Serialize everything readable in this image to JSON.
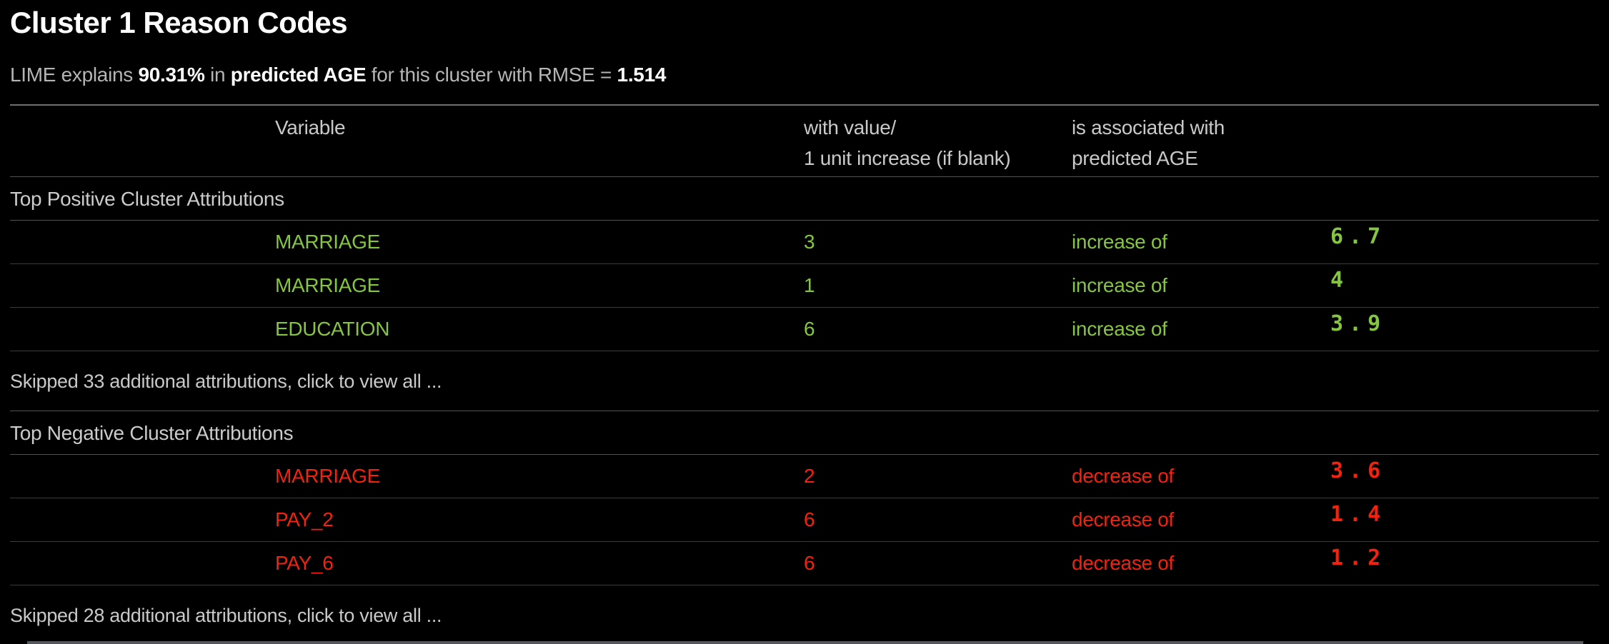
{
  "page": {
    "title": "Cluster 1 Reason Codes",
    "subtitle": {
      "prefix": "LIME explains ",
      "explained_pct": "90.31%",
      "mid1": " in ",
      "target": "predicted AGE",
      "mid2": " for this cluster with RMSE = ",
      "rmse": "1.514"
    }
  },
  "table": {
    "headers": {
      "variable": "Variable",
      "value": "with value/\n1 unit increase (if blank)",
      "assoc": "is associated with\npredicted AGE"
    },
    "sections": [
      {
        "title": "Top Positive Cluster Attributions",
        "direction": "positive",
        "rows": [
          {
            "variable": "MARRIAGE",
            "value": "3",
            "assoc": "increase of",
            "amount": "6.7"
          },
          {
            "variable": "MARRIAGE",
            "value": "1",
            "assoc": "increase of",
            "amount": "4"
          },
          {
            "variable": "EDUCATION",
            "value": "6",
            "assoc": "increase of",
            "amount": "3.9"
          }
        ],
        "skipped": "Skipped 33 additional attributions, click to view all ..."
      },
      {
        "title": "Top Negative Cluster Attributions",
        "direction": "negative",
        "rows": [
          {
            "variable": "MARRIAGE",
            "value": "2",
            "assoc": "decrease of",
            "amount": "3.6"
          },
          {
            "variable": "PAY_2",
            "value": "6",
            "assoc": "decrease of",
            "amount": "1.4"
          },
          {
            "variable": "PAY_6",
            "value": "6",
            "assoc": "decrease of",
            "amount": "1.2"
          }
        ],
        "skipped": "Skipped 28 additional attributions, click to view all ..."
      }
    ]
  },
  "colors": {
    "positive": "#85c542",
    "negative": "#f2220f",
    "background": "#000000",
    "title_text": "#ffffff",
    "body_text": "#c9c9c9"
  }
}
